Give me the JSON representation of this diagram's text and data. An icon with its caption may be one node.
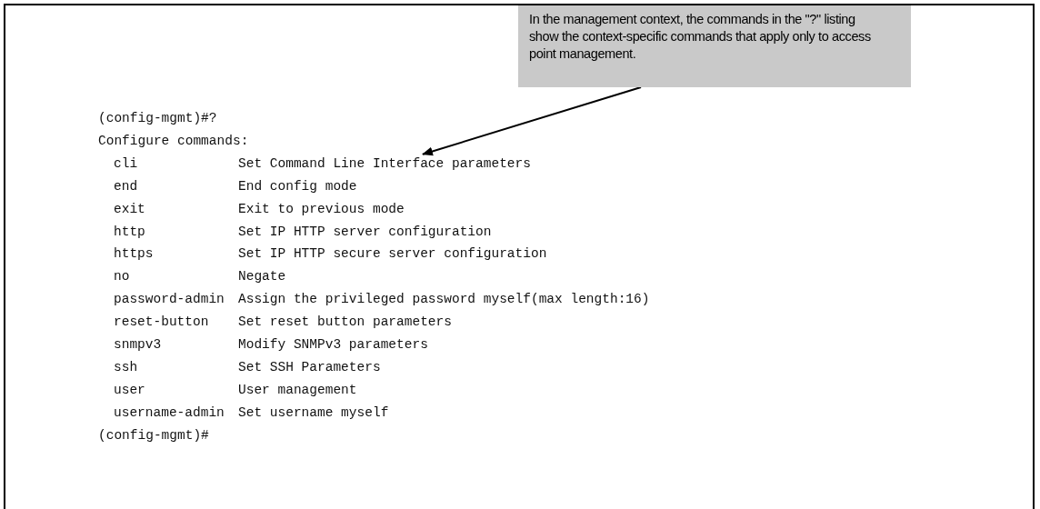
{
  "diagram": {
    "nodes": [
      {
        "text": [
          "In the management context, the commands in the \"?\" listing show  the context-specific commands that apply only to access point management."
        ]
      },
      {
        "text": [
          "Set Command Line Interface parameters"
        ]
      }
    ],
    "edges": [
      {
        "from": 0,
        "to": 1,
        "arrow": "to"
      }
    ],
    "labels": [
      "(config-mgmt)#?",
      "Configure commands:",
      "cli",
      "end",
      "End config mode",
      "exit",
      "Exit to previous mode",
      "http",
      "Set IP HTTP server configuration",
      "https",
      "Set IP HTTP secure server configuration",
      "no",
      "Negate",
      "password-admin",
      "Assign the privileged password myself(max length:16)",
      "reset-button",
      "Set reset button parameters",
      "snmpv3",
      "Modify SNMPv3 parameters",
      "ssh",
      "Set SSH Parameters",
      "user",
      "User management",
      "username-admin",
      "Set username myself",
      "(config-mgmt)#"
    ]
  }
}
